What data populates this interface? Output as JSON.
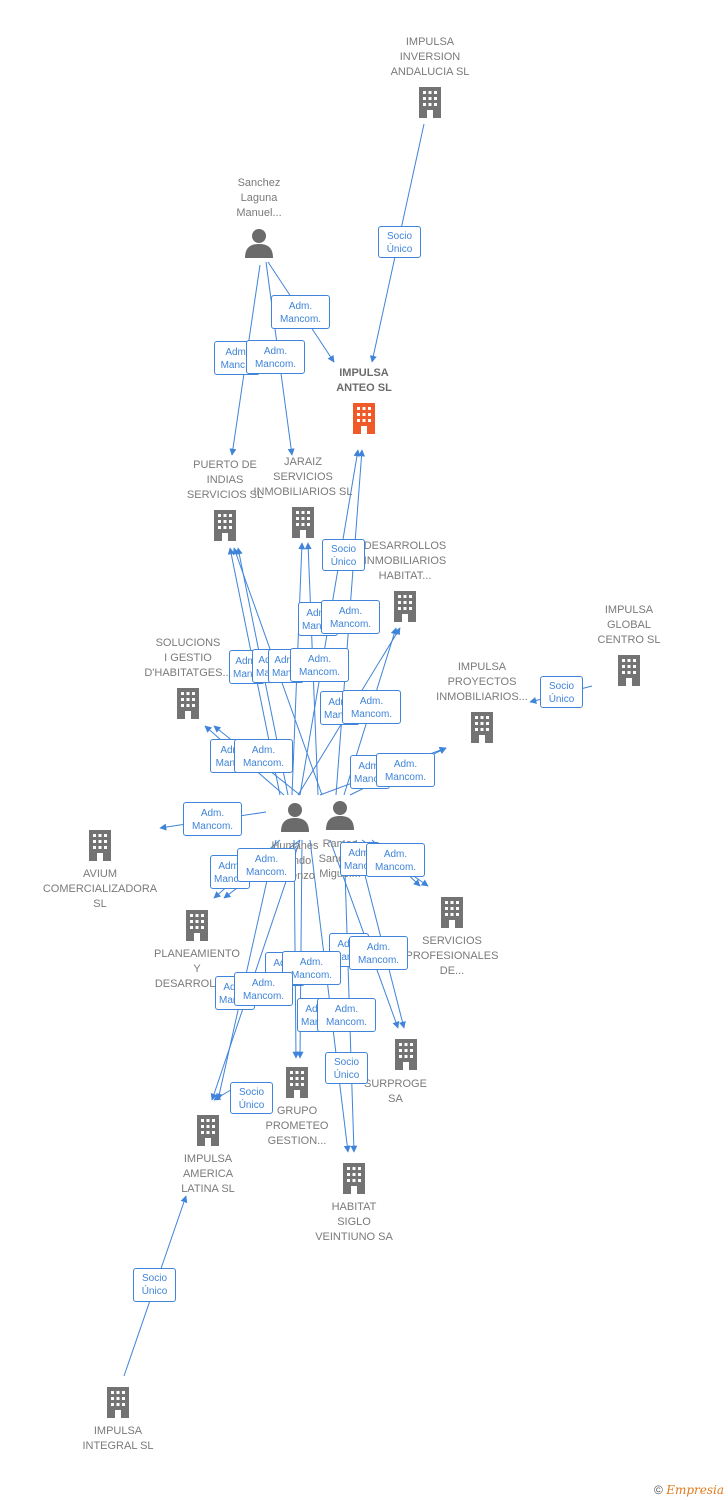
{
  "colors": {
    "company": "#737373",
    "main_company": "#f05a28",
    "person": "#6b6b6b",
    "edge": "#3f84d8"
  },
  "nodes": {
    "impulsa_inversion": {
      "label": "IMPULSA\nINVERSION\nANDALUCIA  SL",
      "icon": "building-icon"
    },
    "sanchez_laguna": {
      "label": "Sanchez\nLaguna\nManuel...",
      "icon": "person-icon"
    },
    "impulsa_anteo": {
      "label": "IMPULSA\nANTEO  SL",
      "icon": "building-icon"
    },
    "puerto_indias": {
      "label": "PUERTO DE\nINDIAS\nSERVICIOS  SL",
      "icon": "building-icon"
    },
    "jaraiz": {
      "label": "JARAIZ\nSERVICIOS\nINMOBILIARIOS SL",
      "icon": "building-icon"
    },
    "desarrollos": {
      "label": "DESARROLLOS\nINMOBILIARIOS\nHABITAT...",
      "icon": "building-icon"
    },
    "impulsa_global": {
      "label": "IMPULSA\nGLOBAL\nCENTRO  SL",
      "icon": "building-icon"
    },
    "soluciones": {
      "label": "SOLUCIONS\nI GESTIO\nD'HABITATGES...",
      "icon": "building-icon"
    },
    "impulsa_proyectos": {
      "label": "IMPULSA\nPROYECTOS\nINMOBILIARIOS...",
      "icon": "building-icon"
    },
    "humanes": {
      "label": "Humanes\nCondo\nLorenzo",
      "icon": "person-icon"
    },
    "ramos": {
      "label": "Ramos\nSanchez\nMiguel...",
      "icon": "person-icon"
    },
    "avium": {
      "label": "AVIUM\nCOMERCIALIZADORA\nSL",
      "icon": "building-icon"
    },
    "planeamiento": {
      "label": "PLANEAMIENTO\nY\nDESARROLLO...",
      "icon": "building-icon"
    },
    "servicios_prof": {
      "label": "SERVICIOS\nPROFESIONALES\nDE...",
      "icon": "building-icon"
    },
    "surproge": {
      "label": "SURPROGE SA",
      "icon": "building-icon"
    },
    "grupo_prometeo": {
      "label": "GRUPO\nPROMETEO\nGESTION...",
      "icon": "building-icon"
    },
    "impulsa_america": {
      "label": "IMPULSA\nAMERICA\nLATINA  SL",
      "icon": "building-icon"
    },
    "habitat_siglo": {
      "label": "HABITAT\nSIGLO\nVEINTIUNO SA",
      "icon": "building-icon"
    },
    "impulsa_integral": {
      "label": "IMPULSA\nINTEGRAL  SL",
      "icon": "building-icon"
    }
  },
  "edge_labels": {
    "adm": "Adm.\nMancom.",
    "adm_partial": "Adm.\nManc...",
    "socio": "Socio\nÚnico"
  },
  "copyright": {
    "symbol": "©",
    "brand": "Empresia"
  }
}
